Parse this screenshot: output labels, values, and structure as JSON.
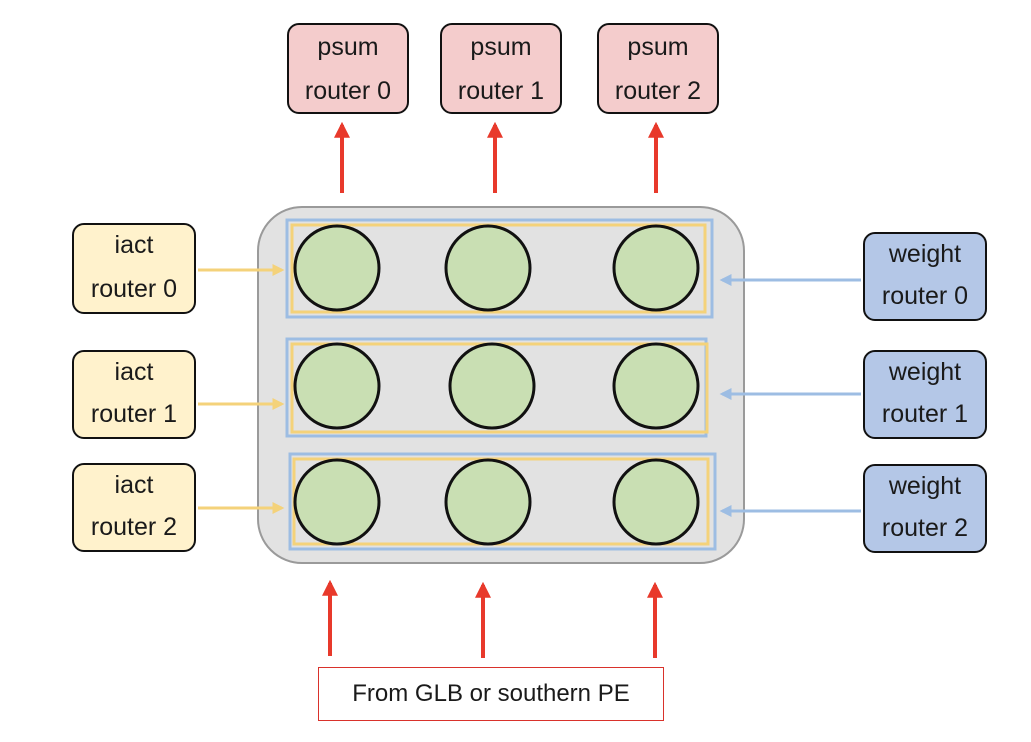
{
  "colors": {
    "psum_fill": "#f4cccc",
    "iact_fill": "#fff2cc",
    "weight_fill": "#b4c7e7",
    "pe_fill": "#c9dfb3",
    "array_fill": "#e2e2e2",
    "psum_arrow": "#e8392b",
    "iact_arrow": "#f4d27a",
    "weight_arrow": "#9dbde3"
  },
  "psum_routers": [
    {
      "line1": "psum",
      "line2": "router 0"
    },
    {
      "line1": "psum",
      "line2": "router 1"
    },
    {
      "line1": "psum",
      "line2": "router 2"
    }
  ],
  "iact_routers": [
    {
      "line1": "iact",
      "line2": "router 0"
    },
    {
      "line1": "iact",
      "line2": "router 1"
    },
    {
      "line1": "iact",
      "line2": "router 2"
    }
  ],
  "weight_routers": [
    {
      "line1": "weight",
      "line2": "router 0"
    },
    {
      "line1": "weight",
      "line2": "router 1"
    },
    {
      "line1": "weight",
      "line2": "router 2"
    }
  ],
  "source_label": "From GLB or southern PE",
  "pe_grid": {
    "rows": 3,
    "cols": 3
  }
}
